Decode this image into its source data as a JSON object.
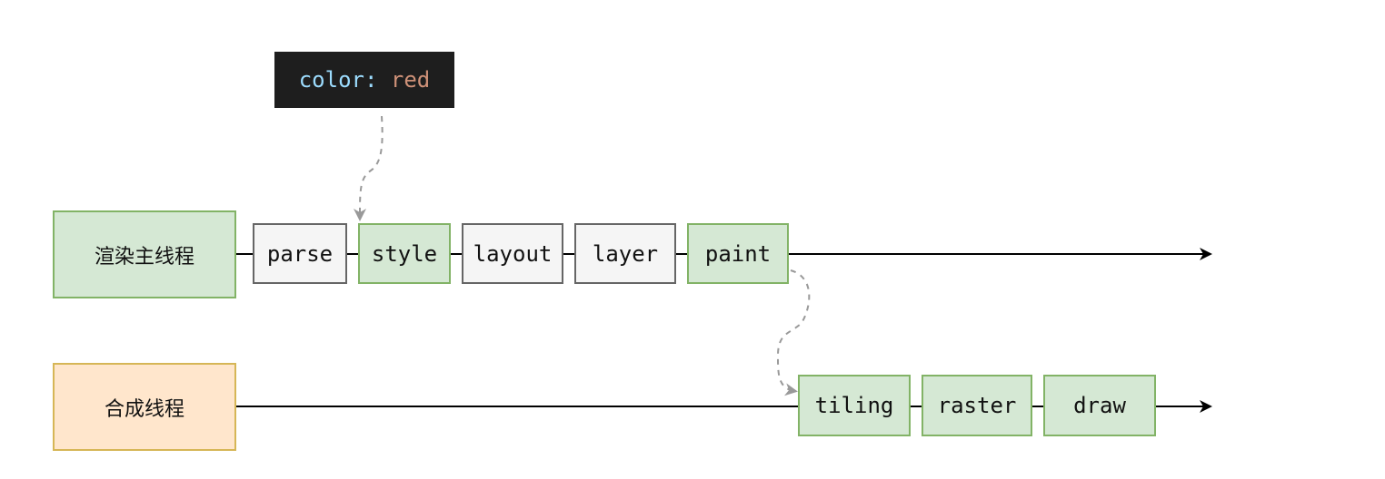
{
  "code_snippet": {
    "property": "color",
    "separator": ": ",
    "value": "red",
    "property_color": "#9cdcfe",
    "value_color": "#ce9178"
  },
  "main_thread": {
    "label": "渲染主线程",
    "stages": [
      {
        "label": "parse",
        "style": "gray"
      },
      {
        "label": "style",
        "style": "green"
      },
      {
        "label": "layout",
        "style": "gray"
      },
      {
        "label": "layer",
        "style": "gray"
      },
      {
        "label": "paint",
        "style": "green"
      }
    ]
  },
  "compositor_thread": {
    "label": "合成线程",
    "stages": [
      {
        "label": "tiling",
        "style": "green"
      },
      {
        "label": "raster",
        "style": "green"
      },
      {
        "label": "draw",
        "style": "green"
      }
    ]
  },
  "colors": {
    "green_fill": "#d5e8d4",
    "green_border": "#82b366",
    "orange_fill": "#ffe6cc",
    "orange_border": "#d6b656",
    "gray_fill": "#f5f5f5",
    "gray_border": "#666666",
    "dashed_arrow": "#999999",
    "timeline": "#000000"
  }
}
